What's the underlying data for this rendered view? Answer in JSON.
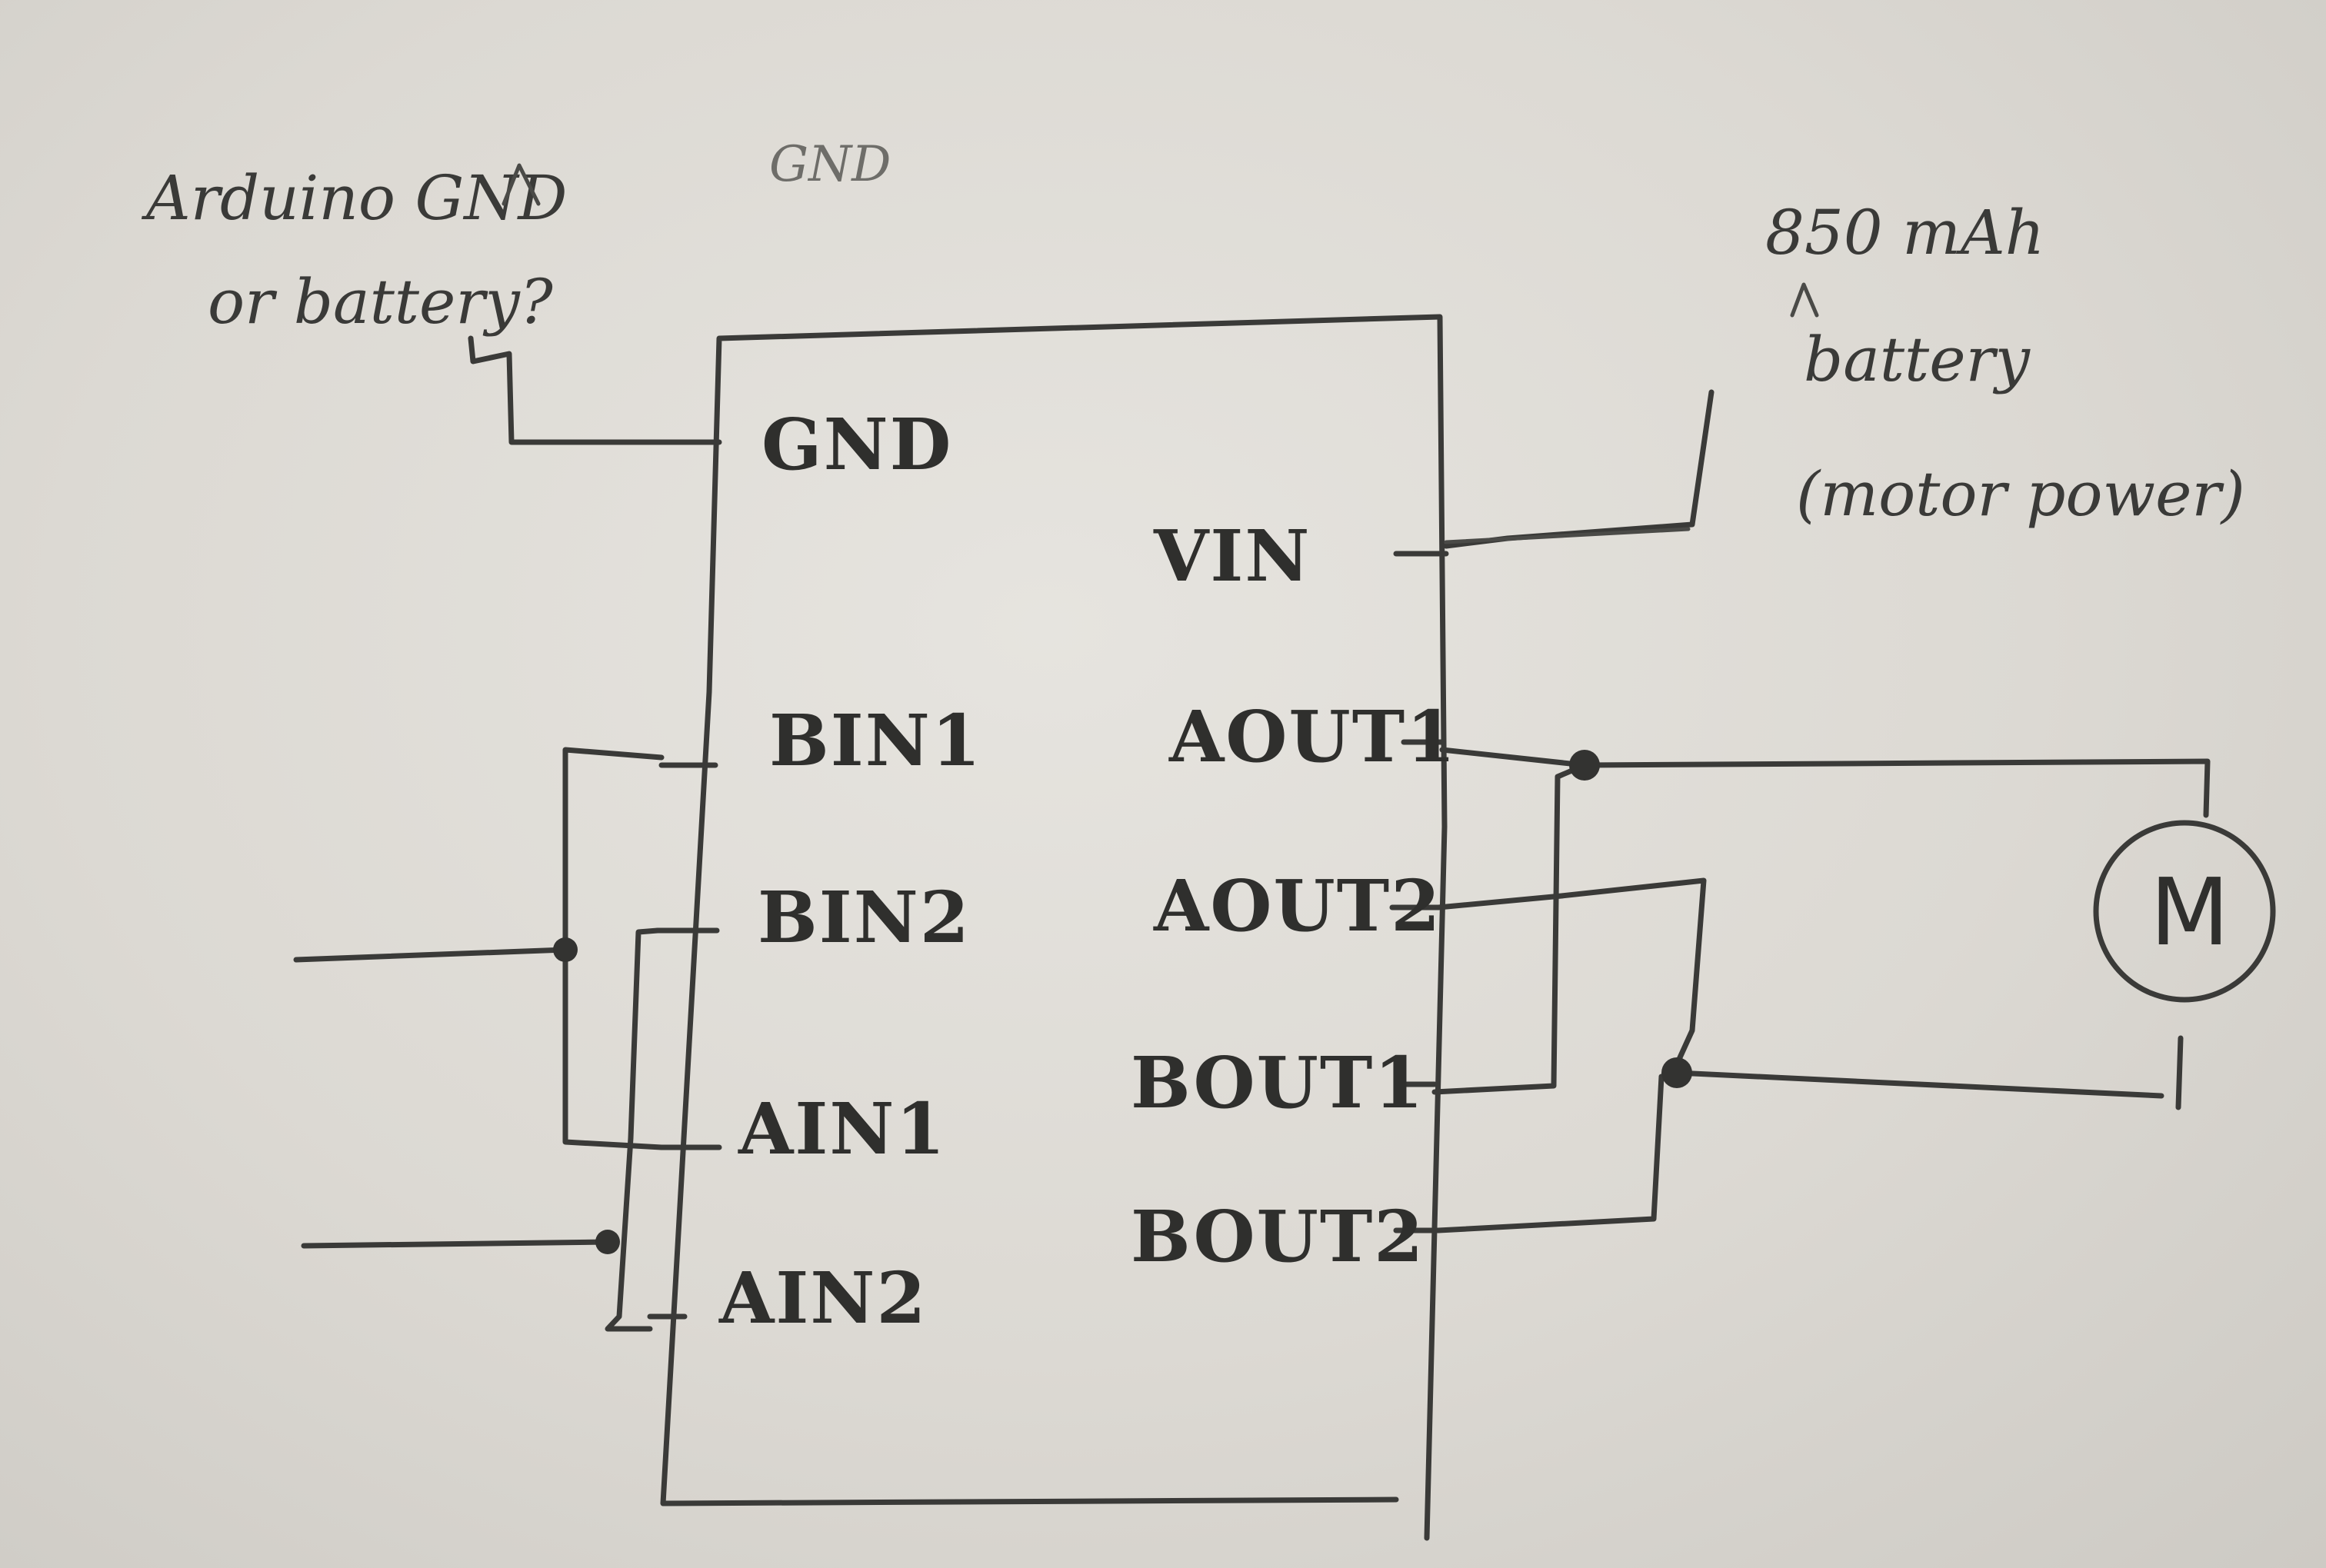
{
  "chip": {
    "pins_left": [
      "GND",
      "BIN1",
      "BIN2",
      "AIN1",
      "AIN2"
    ],
    "pins_right": [
      "VIN",
      "AOUT1",
      "AOUT2",
      "BOUT1",
      "BOUT2"
    ]
  },
  "annotations": {
    "gnd_question_line1": "Arduino GND",
    "gnd_question_line2": "or battery?",
    "faint_gnd": "GND",
    "battery_line1": "850 mAh",
    "battery_line2": "battery",
    "battery_line3": "(motor power)"
  },
  "motor": {
    "label": "M"
  },
  "colors": {
    "paper": "#e3e1dc",
    "pencil": "#3a3a38"
  }
}
